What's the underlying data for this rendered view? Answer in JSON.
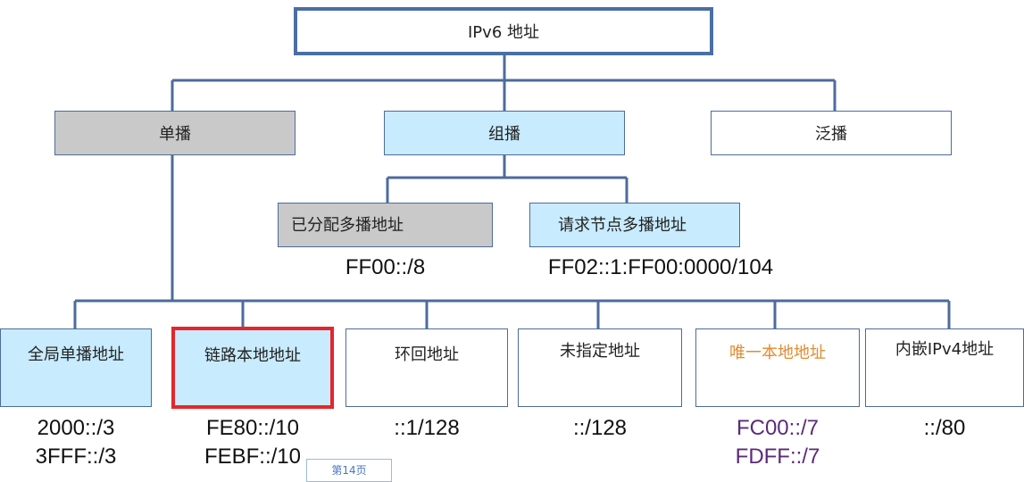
{
  "root": {
    "label": "IPv6 地址"
  },
  "level1": {
    "unicast": "单播",
    "multicast": "组播",
    "anycast": "泛播"
  },
  "multicast_types": [
    {
      "label": "已分配多播地址",
      "address": "FF00::/8"
    },
    {
      "label": "请求节点多播地址",
      "address": "FF02::1:FF00:0000/104"
    }
  ],
  "unicast_types": [
    {
      "label": "全局单播地址",
      "address_line1": "2000::/3",
      "address_line2": "3FFF::/3"
    },
    {
      "label": "链路本地地址",
      "address_line1": "FE80::/10",
      "address_line2": "FEBF::/10"
    },
    {
      "label": "环回地址",
      "address_line1": "::1/128",
      "address_line2": ""
    },
    {
      "label": "未指定地址",
      "address_line1": "::/128",
      "address_line2": ""
    },
    {
      "label": "唯一本地地址",
      "address_line1": "FC00::/7",
      "address_line2": "FDFF::/7"
    },
    {
      "label": "内嵌IPv4地址",
      "address_line1": "::/80",
      "address_line2": ""
    }
  ],
  "page_badge": "第14页",
  "colors": {
    "connector": "#4d6b9c",
    "highlight_border": "#e3262b",
    "gray_fill": "#c9c9c9",
    "blue_fill": "#c8ebfd",
    "orange_text": "#e38b2d",
    "purple_text": "#5b2a7a"
  }
}
